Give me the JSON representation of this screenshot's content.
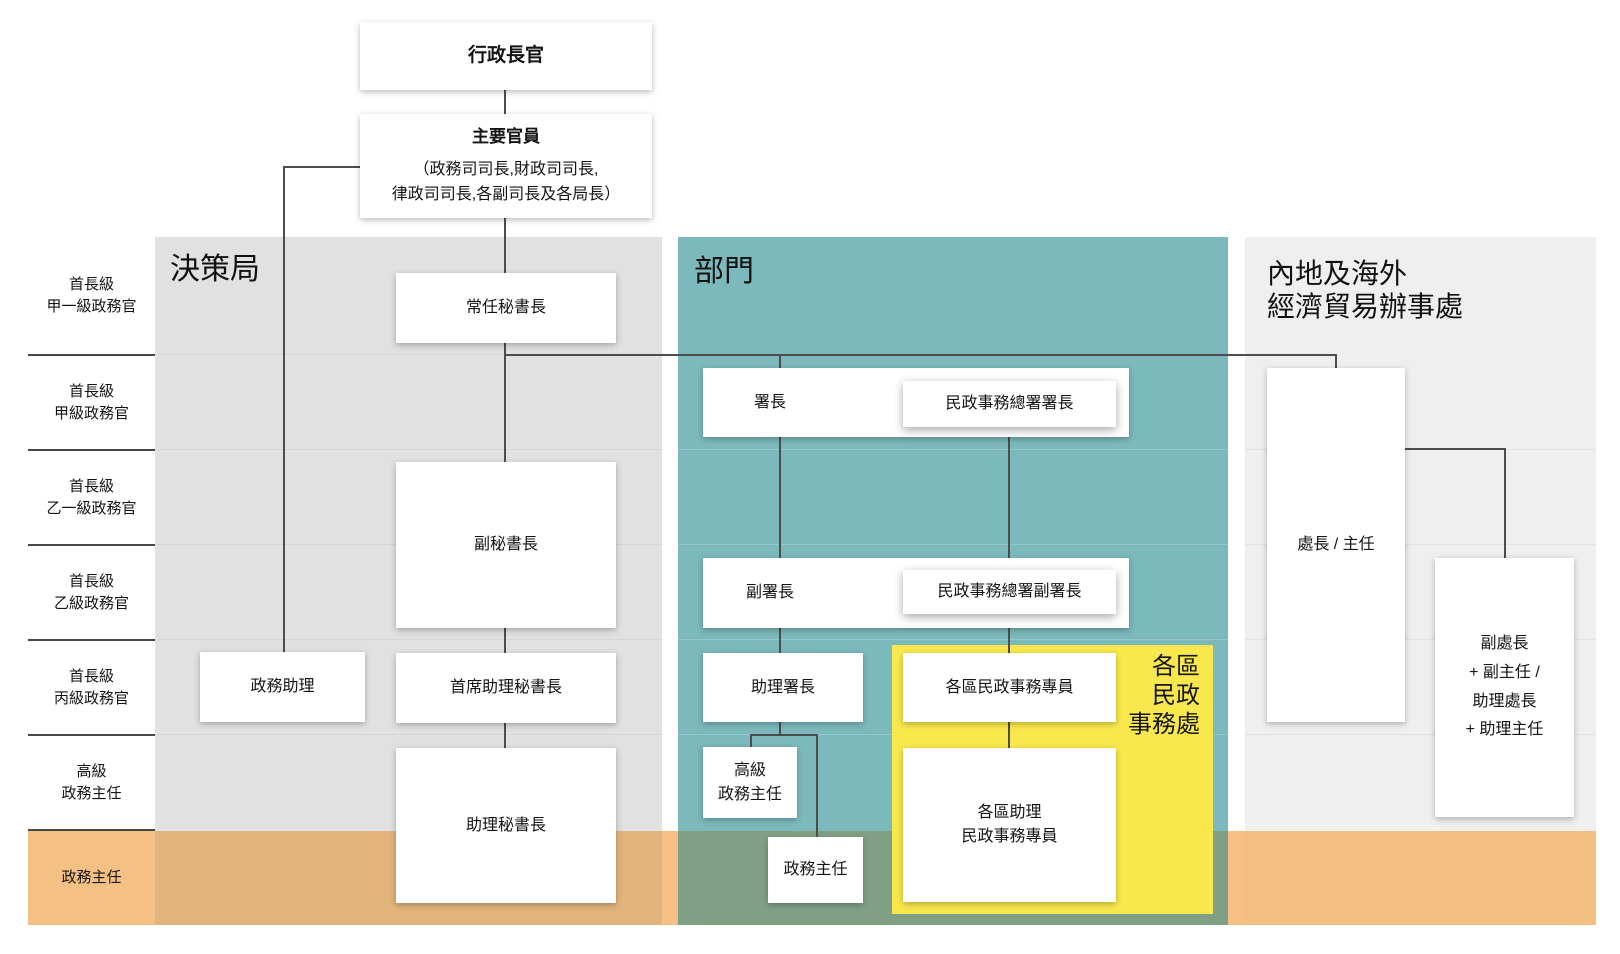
{
  "colors": {
    "teal": "#7BB9BC",
    "sage": "#80A086",
    "band_white": "#F5C083",
    "band_gray_left": "#E2B47C",
    "band_gray_right": "#F2BE81",
    "col_left": "#E1E1E1",
    "col_right": "#EFEFEF",
    "yellow": "#F9E84D",
    "line": "#4D4D4D"
  },
  "sections": {
    "policy_bureaux": "決策局",
    "departments": "部門",
    "offices": "內地及海外\n經濟貿易辦事處"
  },
  "rank_rows": [
    "首長級\n甲一級政務官",
    "首長級\n甲級政務官",
    "首長級\n乙一級政務官",
    "首長級\n乙級政務官",
    "首長級\n丙級政務官",
    "高級\n政務主任",
    "政務主任"
  ],
  "nodes": {
    "ceo": "行政長官",
    "principal_title": "主要官員",
    "principal_sub": "（政務司司長,財政司司長,\n律政司司長,各副司長及各局長）",
    "permanent_secretary": "常任秘書長",
    "deputy_secretary": "副秘書長",
    "political_assistant": "政務助理",
    "principal_assistant_secretary": "首席助理秘書長",
    "assistant_secretary": "助理秘書長",
    "director": "署長",
    "dha_director": "民政事務總署署長",
    "deputy_director": "副署長",
    "dha_deputy_director": "民政事務總署副署長",
    "assistant_director": "助理署長",
    "senior_admin_officer": "高級\n政務主任",
    "admin_officer": "政務主任",
    "district_officer": "各區民政事務專員",
    "assistant_district_officer": "各區助理\n民政事務專員",
    "office_head": "處長 / 主任",
    "office_deputy_head": "副處長\n+ 副主任 /\n助理處長\n+ 助理主任"
  },
  "district_offices_label": "各區\n民政\n事務處"
}
